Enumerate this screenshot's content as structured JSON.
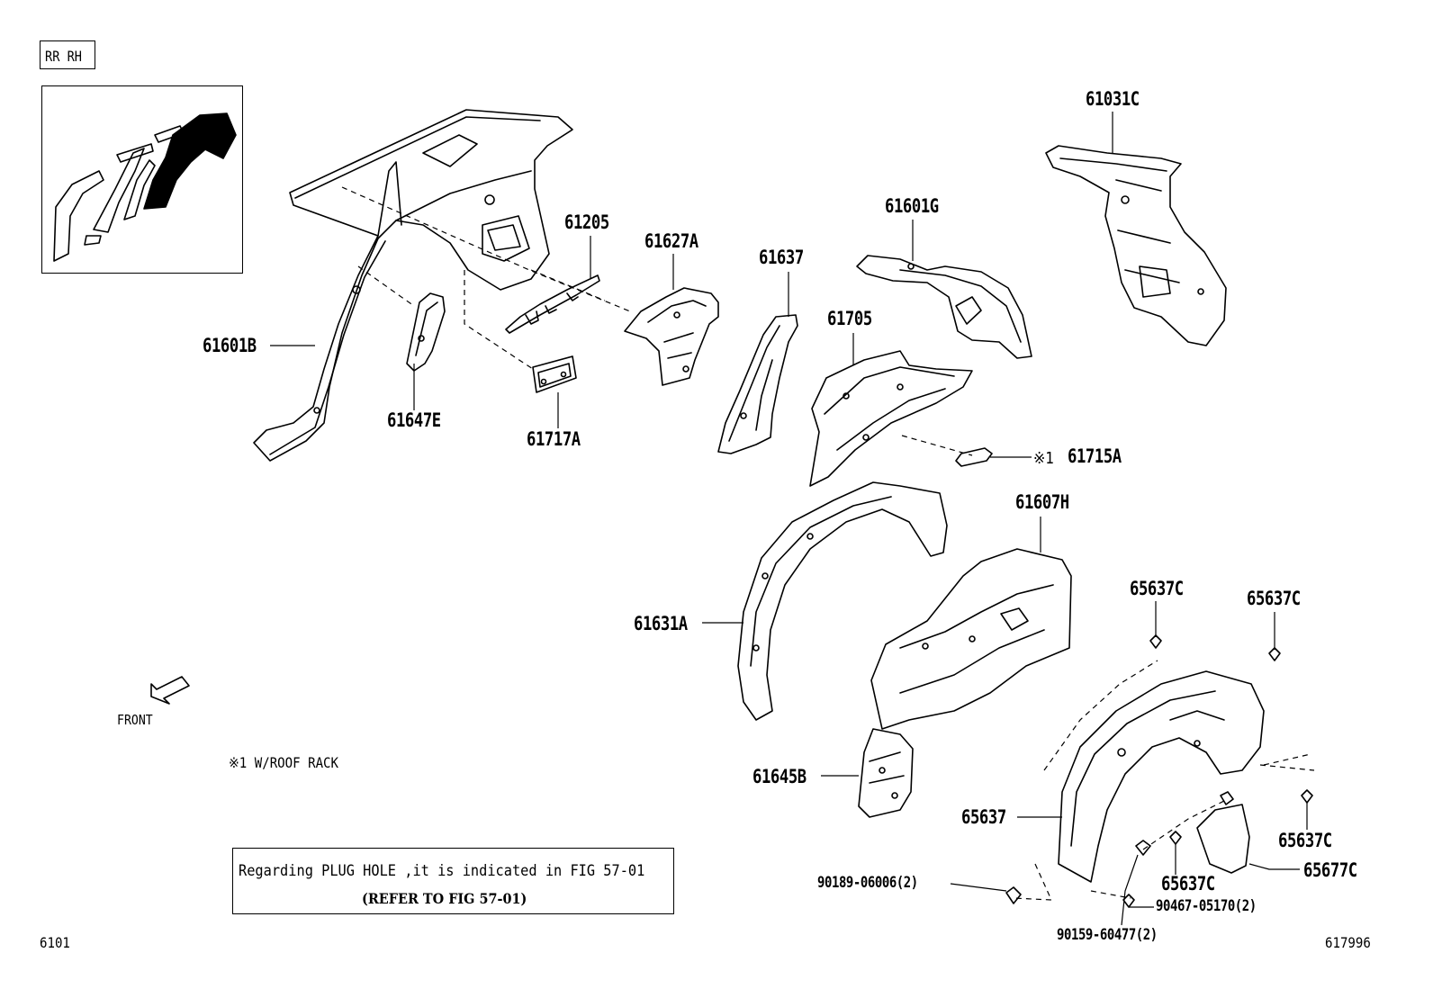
{
  "section_label": "RR RH",
  "front_label": "FRONT",
  "footnote": "※1 W/ROOF RACK",
  "reference": {
    "line1": "Regarding PLUG HOLE ,it is indicated in FIG 57-01",
    "line2": "(REFER TO FIG 57-01)"
  },
  "figure_code_left": "6101",
  "figure_code_right": "617996",
  "parts": {
    "p61031C": "61031C",
    "p61205": "61205",
    "p61627A": "61627A",
    "p61637": "61637",
    "p61601G": "61601G",
    "p61705": "61705",
    "p61601B": "61601B",
    "p61647E": "61647E",
    "p61717A": "61717A",
    "p61715A_mark": "※1",
    "p61715A": "61715A",
    "p61607H": "61607H",
    "p61631A": "61631A",
    "p65637C_a": "65637C",
    "p65637C_b": "65637C",
    "p61645B": "61645B",
    "p65637": "65637",
    "p65637C_c": "65637C",
    "p65637C_d": "65637C",
    "p65677C": "65677C",
    "p90189": "90189-06006(2)",
    "p90467": "90467-05170(2)",
    "p90159": "90159-60477(2)"
  }
}
